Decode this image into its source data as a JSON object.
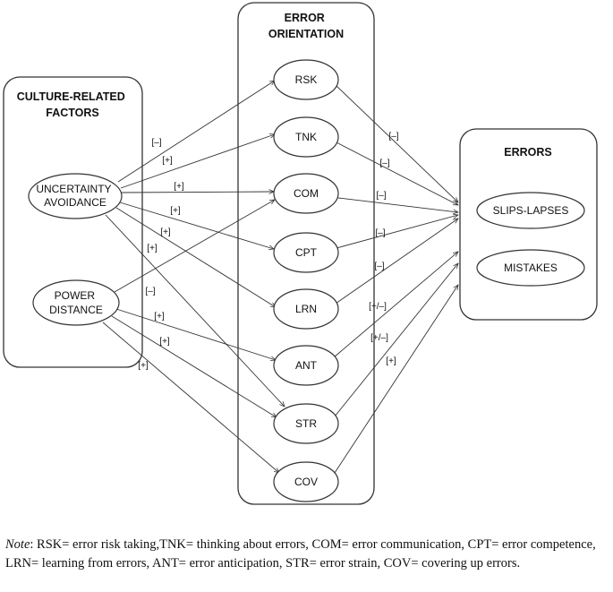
{
  "boxes": {
    "culture": {
      "title_lines": [
        "CULTURE-RELATED",
        "FACTORS"
      ]
    },
    "orientation": {
      "title_lines": [
        "ERROR",
        "ORIENTATION"
      ]
    },
    "errors": {
      "title_lines": [
        "ERRORS"
      ]
    }
  },
  "nodes": {
    "ua": {
      "lines": [
        "UNCERTAINTY",
        "AVOIDANCE"
      ]
    },
    "pd": {
      "lines": [
        "POWER",
        "DISTANCE"
      ]
    },
    "rsk": {
      "lines": [
        "RSK"
      ]
    },
    "tnk": {
      "lines": [
        "TNK"
      ]
    },
    "com": {
      "lines": [
        "COM"
      ]
    },
    "cpt": {
      "lines": [
        "CPT"
      ]
    },
    "lrn": {
      "lines": [
        "LRN"
      ]
    },
    "ant": {
      "lines": [
        "ANT"
      ]
    },
    "str": {
      "lines": [
        "STR"
      ]
    },
    "cov": {
      "lines": [
        "COV"
      ]
    },
    "slips": {
      "lines": [
        "SLIPS-LAPSES"
      ]
    },
    "mistakes": {
      "lines": [
        "MISTAKES"
      ]
    }
  },
  "edges": [
    {
      "from": "ua",
      "to": "rsk",
      "sign": "[–]"
    },
    {
      "from": "ua",
      "to": "tnk",
      "sign": "[+]"
    },
    {
      "from": "ua",
      "to": "com",
      "sign": "[+]"
    },
    {
      "from": "ua",
      "to": "cpt",
      "sign": "[+]"
    },
    {
      "from": "ua",
      "to": "lrn",
      "sign": "[+]"
    },
    {
      "from": "ua",
      "to": "str",
      "sign": "[+]"
    },
    {
      "from": "pd",
      "to": "com",
      "sign": "[–]"
    },
    {
      "from": "pd",
      "to": "ant",
      "sign": "[+]"
    },
    {
      "from": "pd",
      "to": "str",
      "sign": "[+]"
    },
    {
      "from": "pd",
      "to": "cov",
      "sign": "[+]"
    },
    {
      "from": "rsk",
      "to": "errors",
      "sign": "[–]"
    },
    {
      "from": "tnk",
      "to": "errors",
      "sign": "[–]"
    },
    {
      "from": "com",
      "to": "errors",
      "sign": "[–]"
    },
    {
      "from": "cpt",
      "to": "errors",
      "sign": "[–]"
    },
    {
      "from": "lrn",
      "to": "errors",
      "sign": "[–]"
    },
    {
      "from": "ant",
      "to": "errors",
      "sign": "[+/–]"
    },
    {
      "from": "str",
      "to": "errors",
      "sign": "[+/–]"
    },
    {
      "from": "cov",
      "to": "errors",
      "sign": "[+]"
    }
  ],
  "note": {
    "label": "Note",
    "text": ": RSK= error risk taking,TNK= thinking about errors, COM= error communication, CPT= error competence, LRN= learning from errors, ANT= error anticipation, STR= error strain, COV= covering up errors."
  }
}
